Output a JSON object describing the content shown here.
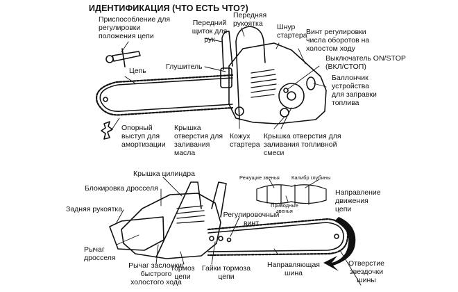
{
  "title": "ИДЕНТИФИКАЦИЯ (ЧТО ЕСТЬ ЧТО?)",
  "labels": {
    "chain_adjust": "Приспособление для\nрегулировки\nположения цепи",
    "front_guard": "Передний\nщиток для\nрук",
    "front_handle": "Передняя\nрукоятка",
    "starter_cord": "Шнур\nстартера",
    "idle_screw": "Винт регулировки\nчисла оборотов на\nхолостом ходу",
    "on_stop": "Выключатель ON/STOP\n(ВКЛ/СТОП)",
    "fuel_bulb": "Баллончик\nустройства\nдля заправки\nтоплива",
    "chain": "Цепь",
    "muffler": "Глушитель",
    "bumper_spike": "Опорный\nвыступ для\nамортизации",
    "oil_cap": "Крышка\nотверстия для\nзаливания\nмасла",
    "starter_cover": "Кожух\nстартера",
    "fuel_cap": "Крышка отверстия для\nзаливания топливной\nсмеси",
    "cylinder_cover": "Крышка цилиндра",
    "throttle_lock": "Блокировка дросселя",
    "rear_handle": "Задняя рукоятка",
    "throttle_lever": "Рычаг\nдросселя",
    "choke_lever": "Рычаг заслонки/\nбыстрого\nхолостого хода",
    "chain_brake": "Тормоз\nцепи",
    "brake_nuts": "Гайки тормоза\nцепи",
    "adjust_screw": "Регулировочный\nвинт",
    "guide_bar": "Направляющая\nшина",
    "cutters": "Режущие звенья",
    "depth_gauge": "Калибр глубины",
    "drive_links": "Приводные\nзвенья",
    "chain_direction": "Направление\nдвижения\nцепи",
    "sprocket_hole": "Отверстие\nзвездочки\nшины"
  },
  "icons": {
    "direction_arrow": "curved-arrow-icon"
  }
}
